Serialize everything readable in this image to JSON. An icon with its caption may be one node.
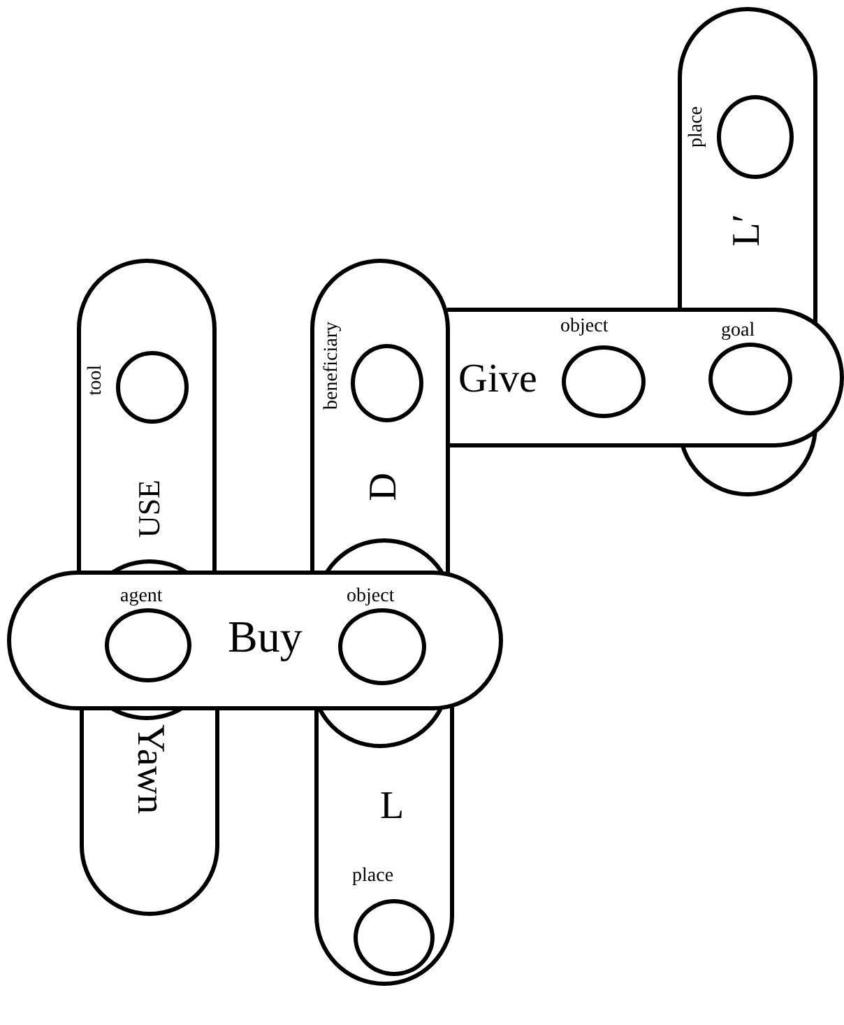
{
  "diagram": {
    "nodes": [
      {
        "text": [
          "USE"
        ]
      },
      {
        "text": [],
        "shape": "circle",
        "beside": [
          "tool"
        ],
        "in": 0
      },
      {
        "text": [
          "D"
        ]
      },
      {
        "text": [],
        "shape": "circle",
        "beside": [
          "beneficiary"
        ],
        "in": 2
      },
      {
        "text": [
          "Give"
        ]
      },
      {
        "text": [],
        "shape": "circle",
        "beside": [
          "object"
        ],
        "in": 4
      },
      {
        "text": [],
        "shape": "circle",
        "beside": [
          "goal"
        ]
      },
      {
        "text": [
          "L′"
        ]
      },
      {
        "text": [],
        "shape": "circle",
        "beside": [
          "place"
        ],
        "in": 7
      },
      {
        "text": [
          "Buy"
        ]
      },
      {
        "text": [],
        "shape": "circle",
        "beside": [
          "agent"
        ]
      },
      {
        "text": [],
        "shape": "circle",
        "beside": [
          "object"
        ]
      },
      {
        "text": [
          "Yawn"
        ]
      },
      {
        "text": [
          "L"
        ]
      },
      {
        "text": [],
        "shape": "circle",
        "beside": [
          "place"
        ],
        "in": 13
      }
    ]
  }
}
